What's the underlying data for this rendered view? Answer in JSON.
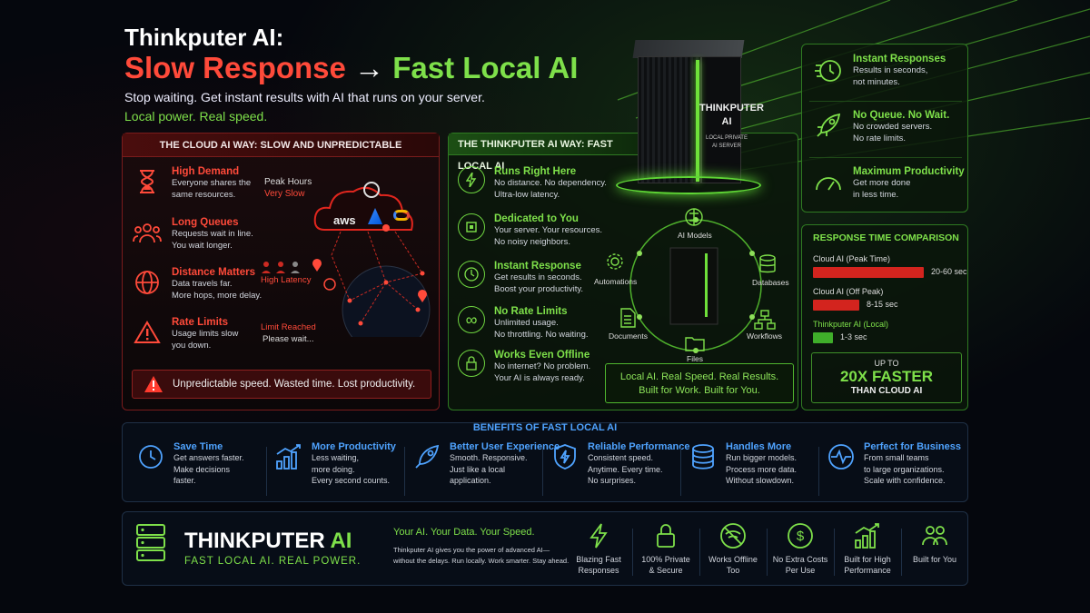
{
  "headline": {
    "line1": "Thinkputer AI:",
    "slow": "Slow Response",
    "arrow": "→",
    "fast": "Fast Local AI",
    "subtitle": "Stop waiting. Get instant results with AI that runs on your server.",
    "tagline": "Local power. Real speed."
  },
  "cloud": {
    "header": "THE CLOUD AI WAY: SLOW AND UNPREDICTABLE",
    "items": [
      {
        "title": "High Demand",
        "desc": "Everyone shares the\nsame resources.",
        "icon": "hourglass-icon"
      },
      {
        "title": "Long Queues",
        "desc": "Requests wait in line.\nYou wait longer.",
        "icon": "users-icon"
      },
      {
        "title": "Distance Matters",
        "desc": "Data travels far.\nMore hops, more delay.",
        "icon": "globe-icon"
      },
      {
        "title": "Rate Limits",
        "desc": "Usage limits slow\nyou down.",
        "icon": "warning-icon"
      }
    ],
    "peak": "Peak Hours",
    "very_slow": "Very Slow",
    "high_latency": "High Latency",
    "limit_reached": "Limit Reached",
    "please_wait": "Please wait...",
    "aws": "aws",
    "bottom": "Unpredictable speed. Wasted time. Lost productivity."
  },
  "local": {
    "header": "THE THINKPUTER AI WAY: FAST LOCAL AI",
    "items": [
      {
        "title": "Runs Right Here",
        "desc": "No distance. No dependency.\nUltra-low latency.",
        "icon": "bolt-icon"
      },
      {
        "title": "Dedicated to You",
        "desc": "Your server. Your resources.\nNo noisy neighbors.",
        "icon": "chip-icon"
      },
      {
        "title": "Instant Response",
        "desc": "Get results in seconds.\nBoost your productivity.",
        "icon": "clock-icon"
      },
      {
        "title": "No Rate Limits",
        "desc": "Unlimited usage.\nNo throttling. No waiting.",
        "icon": "infinity-icon"
      },
      {
        "title": "Works Even Offline",
        "desc": "No internet? No problem.\nYour AI is always ready.",
        "icon": "lock-icon"
      }
    ],
    "nodes": [
      "AI Models",
      "Databases",
      "Workflows",
      "Files",
      "Documents",
      "Automations"
    ],
    "server_label": "THINKPUTER\nAI",
    "server_sub": "LOCAL PRIVATE\nAI SERVER",
    "cta": "Local AI. Real Speed. Real Results.\nBuilt for Work. Built for You."
  },
  "right": {
    "items": [
      {
        "title": "Instant Responses",
        "desc": "Results in seconds,\nnot minutes.",
        "icon": "timer-icon"
      },
      {
        "title": "No Queue. No Wait.",
        "desc": "No crowded servers.\nNo rate limits.",
        "icon": "rocket-icon"
      },
      {
        "title": "Maximum Productivity",
        "desc": "Get more done\nin less time.",
        "icon": "gauge-icon"
      }
    ]
  },
  "comparison": {
    "title": "RESPONSE TIME COMPARISON",
    "rows": [
      {
        "label": "Cloud AI (Peak Time)",
        "value": "20-60 sec",
        "fill": 1.0,
        "color": "#d3241e"
      },
      {
        "label": "Cloud AI (Off Peak)",
        "value": "8-15 sec",
        "fill": 0.42,
        "color": "#d3241e"
      },
      {
        "label": "Thinkputer AI (Local)",
        "value": "1-3 sec",
        "fill": 0.18,
        "color": "#3fae2a"
      }
    ],
    "up_to": "UP TO",
    "big": "20X FASTER",
    "than": "THAN CLOUD AI"
  },
  "benefits": {
    "title": "BENEFITS OF FAST LOCAL AI",
    "items": [
      {
        "title": "Save Time",
        "desc": "Get answers faster.\nMake decisions\nfaster.",
        "icon": "clock-icon"
      },
      {
        "title": "More Productivity",
        "desc": "Less waiting,\nmore doing.\nEvery second counts.",
        "icon": "chart-up-icon"
      },
      {
        "title": "Better User Experience",
        "desc": "Smooth. Responsive.\nJust like a local\napplication.",
        "icon": "rocket-icon"
      },
      {
        "title": "Reliable Performance",
        "desc": "Consistent speed.\nAnytime. Every time.\nNo surprises.",
        "icon": "shield-icon"
      },
      {
        "title": "Handles More",
        "desc": "Run bigger models.\nProcess more data.\nWithout slowdown.",
        "icon": "database-icon"
      },
      {
        "title": "Perfect for Business",
        "desc": "From small teams\nto large organizations.\nScale with confidence.",
        "icon": "pulse-icon"
      }
    ]
  },
  "footer": {
    "brand1": "THINKPUTER",
    "brand2": "AI",
    "brand_tag": "FAST LOCAL AI. REAL POWER.",
    "heading": "Your AI. Your Data. Your Speed.",
    "desc": "Thinkputer AI gives you the power of advanced AI—\nwithout the delays. Run locally. Work smarter. Stay ahead.",
    "features": [
      {
        "label": "Blazing Fast\nResponses",
        "icon": "bolt-icon"
      },
      {
        "label": "100% Private\n& Secure",
        "icon": "lock-icon"
      },
      {
        "label": "Works Offline\nToo",
        "icon": "wifi-off-icon"
      },
      {
        "label": "No Extra Costs\nPer Use",
        "icon": "dollar-icon"
      },
      {
        "label": "Built for High\nPerformance",
        "icon": "chart-up-icon"
      },
      {
        "label": "Built for You",
        "icon": "users-icon"
      }
    ]
  },
  "colors": {
    "red": "#ff4a3a",
    "green": "#7ee04a",
    "blue": "#4fa3ff"
  }
}
